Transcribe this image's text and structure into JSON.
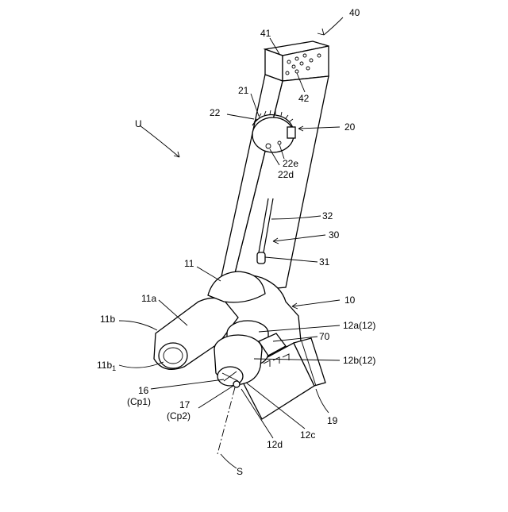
{
  "labels": {
    "l40": "40",
    "l41": "41",
    "l42": "42",
    "l21": "21",
    "l22": "22",
    "l20": "20",
    "l22e": "22e",
    "l22d": "22d",
    "lU": "U",
    "l32": "32",
    "l30": "30",
    "l31": "31",
    "l11": "11",
    "l11a": "11a",
    "l10": "10",
    "l11b": "11b",
    "l12a": "12a(12)",
    "l70": "70",
    "l11b1_main": "11b",
    "l11b1_sub": "1",
    "l12b": "12b(12)",
    "l16": "16",
    "l16sub": "(Cp1)",
    "l17": "17",
    "l17sub": "(Cp2)",
    "l19": "19",
    "l12d": "12d",
    "l12c": "12c",
    "lS": "S"
  }
}
